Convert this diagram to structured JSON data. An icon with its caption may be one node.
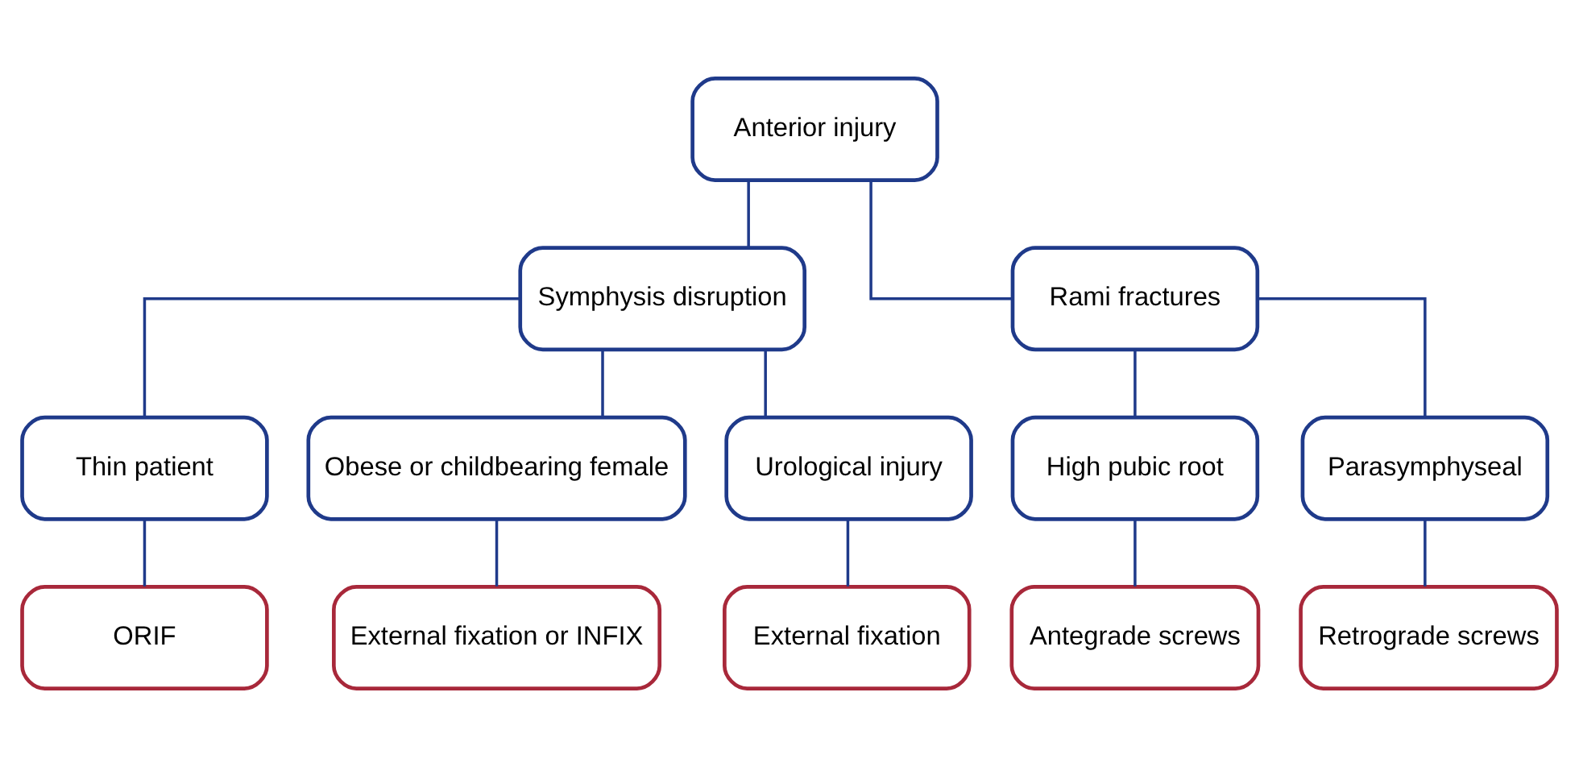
{
  "diagram": {
    "nodes": [
      {
        "text": [
          "Anterior injury"
        ]
      },
      {
        "text": [
          "Symphysis disruption"
        ]
      },
      {
        "text": [
          "Rami fractures"
        ]
      },
      {
        "text": [
          "Thin patient"
        ]
      },
      {
        "text": [
          "Obese or childbearing female"
        ]
      },
      {
        "text": [
          "Urological injury"
        ]
      },
      {
        "text": [
          "High pubic root"
        ]
      },
      {
        "text": [
          "Parasymphyseal"
        ]
      },
      {
        "text": [
          "ORIF"
        ]
      },
      {
        "text": [
          "External fixation or INFIX"
        ]
      },
      {
        "text": [
          "External fixation"
        ]
      },
      {
        "text": [
          "Antegrade screws"
        ]
      },
      {
        "text": [
          "Retrograde screws"
        ]
      }
    ],
    "edges": [
      {
        "from": 0,
        "to": 1,
        "arrow": "none"
      },
      {
        "from": 0,
        "to": 2,
        "arrow": "none"
      },
      {
        "from": 1,
        "to": 3,
        "arrow": "none"
      },
      {
        "from": 1,
        "to": 4,
        "arrow": "none"
      },
      {
        "from": 1,
        "to": 5,
        "arrow": "none"
      },
      {
        "from": 2,
        "to": 6,
        "arrow": "none"
      },
      {
        "from": 2,
        "to": 7,
        "arrow": "none"
      },
      {
        "from": 3,
        "to": 8,
        "arrow": "none"
      },
      {
        "from": 4,
        "to": 9,
        "arrow": "none"
      },
      {
        "from": 5,
        "to": 10,
        "arrow": "none"
      },
      {
        "from": 6,
        "to": 11,
        "arrow": "none"
      },
      {
        "from": 7,
        "to": 12,
        "arrow": "none"
      }
    ]
  }
}
